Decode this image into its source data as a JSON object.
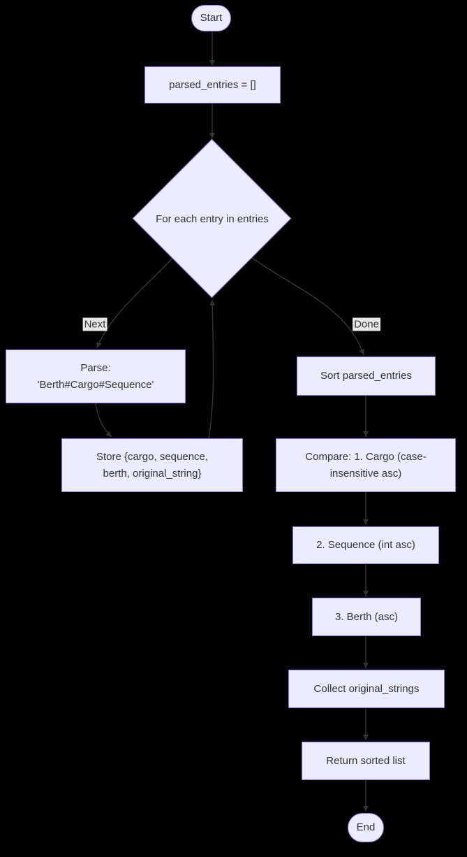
{
  "colors": {
    "background": "#000000",
    "node_fill": "#ECECFF",
    "node_border": "#9370DB",
    "text": "#333333",
    "edge": "#333333",
    "edge_label_bg": "#e8e8e8"
  },
  "nodes": {
    "start": {
      "label": "Start"
    },
    "init": {
      "label": "parsed_entries = []"
    },
    "loop": {
      "label": "For each entry in entries"
    },
    "parse": {
      "label": "Parse:\n'Berth#Cargo#Sequence'"
    },
    "store": {
      "label": "Store {cargo, sequence,\nberth, original_string}"
    },
    "sort": {
      "label": "Sort parsed_entries"
    },
    "compare": {
      "label": "Compare: 1. Cargo (case-\ninsensitive asc)"
    },
    "sequence": {
      "label": "2. Sequence (int asc)"
    },
    "berth": {
      "label": "3. Berth (asc)"
    },
    "collect": {
      "label": "Collect original_strings"
    },
    "return": {
      "label": "Return sorted list"
    },
    "end": {
      "label": "End"
    }
  },
  "edge_labels": {
    "next": "Next",
    "done": "Done"
  }
}
